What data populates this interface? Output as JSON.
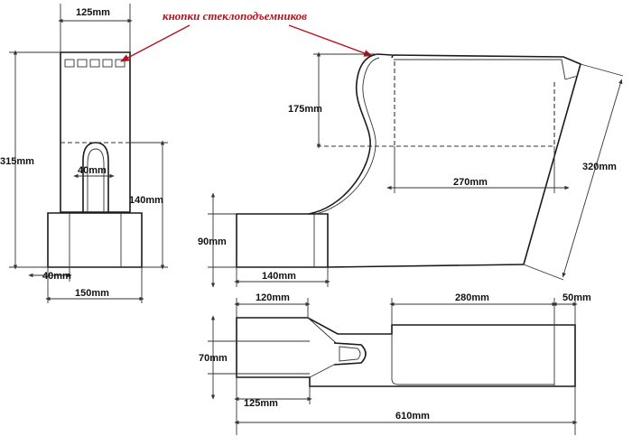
{
  "annotation": "кнопки стеклоподъемников",
  "dimensions": {
    "front_top_width": "125mm",
    "front_height": "315mm",
    "front_arch_width": "40mm",
    "front_arch_height": "140mm",
    "front_base_side": "40mm",
    "front_base_width": "150mm",
    "side_upper_height": "175mm",
    "side_upper_length": "270mm",
    "side_slant": "320mm",
    "side_base_height": "90mm",
    "side_base_length": "140mm",
    "plan_front_length": "120mm",
    "plan_middle_length": "280mm",
    "plan_end_length": "50mm",
    "plan_width": "70mm",
    "plan_front_width": "125mm",
    "plan_total_length": "610mm"
  },
  "colors": {
    "annotation": "#b3141e",
    "ink": "#1a1a1a"
  }
}
